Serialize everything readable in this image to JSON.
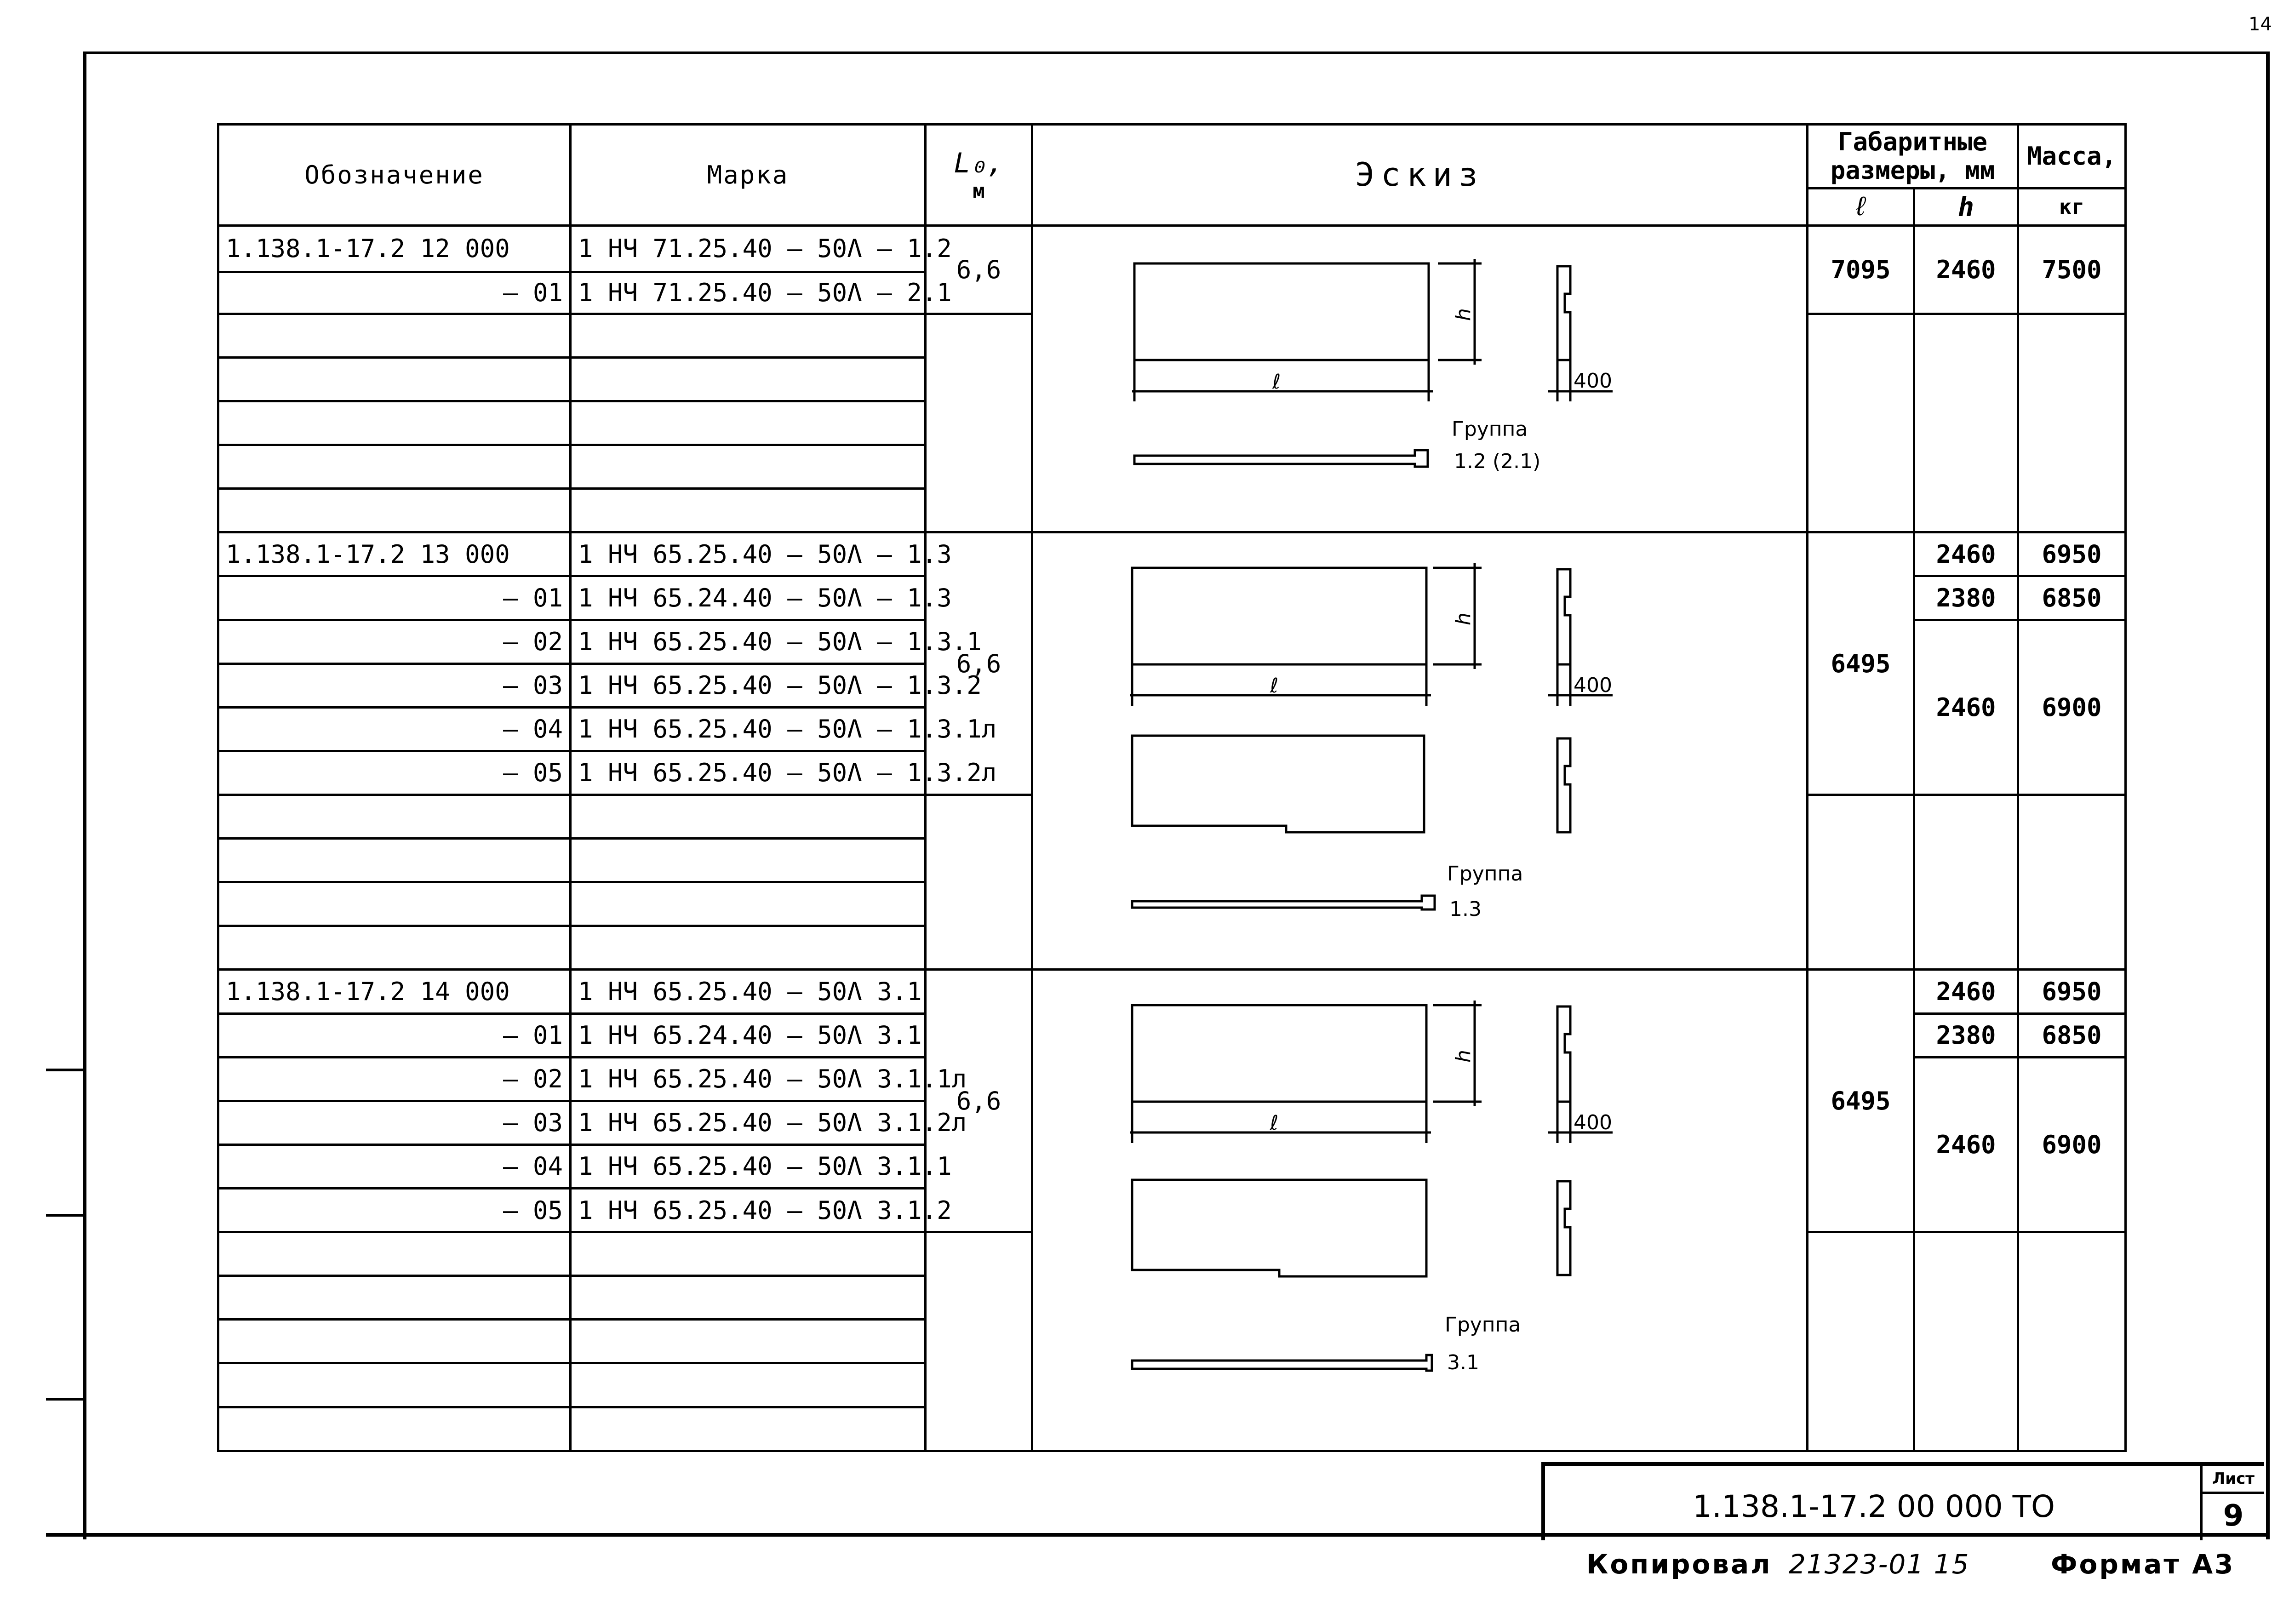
{
  "page_number": "14",
  "headers": {
    "designation": "Обозначение",
    "mark": "Марка",
    "length": "L₀,",
    "length_unit": "м",
    "sketch": "Эскиз",
    "dims": "Габаритные размеры, мм",
    "dim_l": "ℓ",
    "dim_h": "h",
    "mass": "Масса,",
    "mass_unit": "кг"
  },
  "groups": [
    {
      "designation": "1.138.1-17.2  12 000",
      "length": "6,6",
      "group_label": "Группа",
      "group_num": "1.2 (2.1)",
      "dim_l": "7095",
      "rows": [
        {
          "suffix": "",
          "mark": "1 НЧ 71.25.40 – 50Λ – 1.2",
          "h": "2460",
          "mass": "7500"
        },
        {
          "suffix": "– 01",
          "mark": "1 НЧ 71.25.40 – 50Λ – 2.1"
        }
      ]
    },
    {
      "designation": "1.138.1-17.2  13 000",
      "length": "6,6",
      "group_label": "Группа",
      "group_num": "1.3",
      "dim_l": "6495",
      "rows": [
        {
          "suffix": "",
          "mark": "1 НЧ 65.25.40 – 50Λ – 1.3"
        },
        {
          "suffix": "– 01",
          "mark": "1 НЧ 65.24.40 – 50Λ – 1.3"
        },
        {
          "suffix": "– 02",
          "mark": "1 НЧ 65.25.40 – 50Λ – 1.3.1"
        },
        {
          "suffix": "– 03",
          "mark": "1 НЧ 65.25.40 – 50Λ – 1.3.2"
        },
        {
          "suffix": "– 04",
          "mark": "1 НЧ 65.25.40 – 50Λ – 1.3.1л"
        },
        {
          "suffix": "– 05",
          "mark": "1 НЧ 65.25.40 – 50Λ – 1.3.2л"
        }
      ],
      "dims": [
        {
          "h": "2460",
          "mass": "6950"
        },
        {
          "h": "2380",
          "mass": "6850"
        },
        {
          "h": "2460",
          "mass": "6900"
        }
      ]
    },
    {
      "designation": "1.138.1-17.2  14 000",
      "length": "6,6",
      "group_label": "Группа",
      "group_num": "3.1",
      "dim_l": "6495",
      "rows": [
        {
          "suffix": "",
          "mark": "1 НЧ 65.25.40 – 50Λ  3.1"
        },
        {
          "suffix": "– 01",
          "mark": "1 НЧ 65.24.40 – 50Λ  3.1"
        },
        {
          "suffix": "– 02",
          "mark": "1 НЧ 65.25.40 – 50Λ  3.1.1л"
        },
        {
          "suffix": "– 03",
          "mark": "1 НЧ 65.25.40 – 50Λ  3.1.2л"
        },
        {
          "suffix": "– 04",
          "mark": "1 НЧ 65.25.40 – 50Λ  3.1.1"
        },
        {
          "suffix": "– 05",
          "mark": "1 НЧ 65.25.40 – 50Λ  3.1.2"
        }
      ],
      "dims": [
        {
          "h": "2460",
          "mass": "6950"
        },
        {
          "h": "2380",
          "mass": "6850"
        },
        {
          "h": "2460",
          "mass": "6900"
        }
      ]
    }
  ],
  "sketch_labels": {
    "l": "ℓ",
    "h": "h",
    "thickness": "400"
  },
  "title_block": {
    "code": "1.138.1-17.2  00 000 ТО",
    "sheet_label": "Лист",
    "sheet_number": "9"
  },
  "footer": {
    "copied": "Копировал",
    "copied_num": "21323-01  15",
    "format": "Формат А3"
  }
}
